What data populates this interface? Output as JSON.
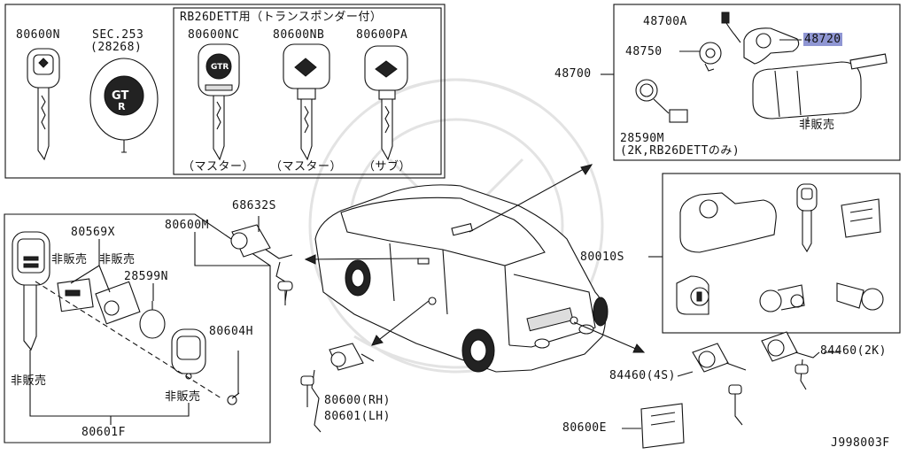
{
  "labels": {
    "p80600N": "80600N",
    "sec253": "SEC.253",
    "sec253sub": "(28268)",
    "box_title": "RB26DETT用（トランスポンダー付）",
    "p80600NC": "80600NC",
    "p80600NB": "80600NB",
    "p80600PA": "80600PA",
    "master1": "（マスター）",
    "master2": "（マスター）",
    "sub": "（サブ）",
    "p48700A": "48700A",
    "p48720": "48720",
    "p48750": "48750",
    "p48700": "48700",
    "not_for_sale_top": "非販売",
    "p28590M": "28590M",
    "p28590M_note": "(2K,RB26DETTのみ)",
    "p68632S": "68632S",
    "p80600M": "80600M",
    "p80569X": "80569X",
    "nfs_a": "非販売",
    "nfs_b": "非販売",
    "p28599N": "28599N",
    "p80604H": "80604H",
    "nfs_left": "非販売",
    "nfs_right": "非販売",
    "p80601F": "80601F",
    "p80600RH": "80600(RH)",
    "p80601LH": "80601(LH)",
    "p80010S": "80010S",
    "p84460_4S": "84460(4S)",
    "p84460_2K": "84460(2K)",
    "p80600E": "80600E",
    "diagram_code": "J998003F"
  },
  "colors": {
    "highlight": "#8f96d3",
    "line": "#111111"
  }
}
